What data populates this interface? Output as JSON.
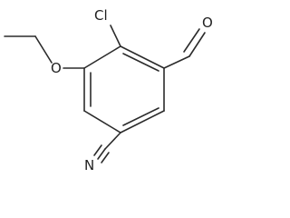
{
  "structure": {
    "atoms": [
      {
        "id": "cl",
        "label": "Cl"
      },
      {
        "id": "o_ether",
        "label": "O"
      },
      {
        "id": "o_aldehyde",
        "label": "O"
      },
      {
        "id": "n_nitrile",
        "label": "N"
      }
    ]
  }
}
